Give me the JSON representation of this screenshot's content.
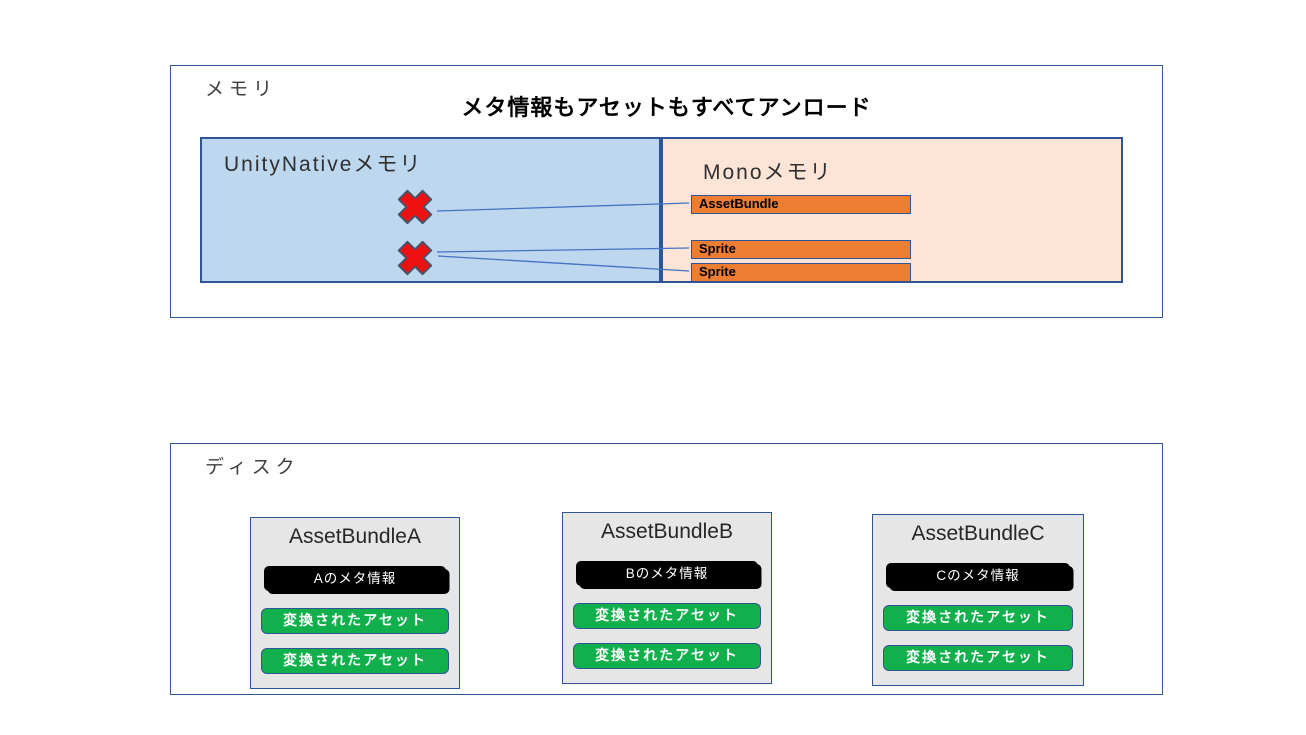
{
  "memory_section": {
    "label": "メモリ",
    "title": "メタ情報もアセットもすべてアンロード",
    "unity_native": {
      "label": "UnityNativeメモリ"
    },
    "mono": {
      "label": "Monoメモリ",
      "bars": [
        "AssetBundle",
        "Sprite",
        "Sprite"
      ]
    },
    "unload_marks": [
      "unload-x-assetbundle",
      "unload-x-sprites"
    ]
  },
  "disk_section": {
    "label": "ディスク",
    "bundles": [
      {
        "title": "AssetBundleA",
        "meta": "Aのメタ情報",
        "assets": [
          "変換されたアセット",
          "変換されたアセット"
        ]
      },
      {
        "title": "AssetBundleB",
        "meta": "Bのメタ情報",
        "assets": [
          "変換されたアセット",
          "変換されたアセット"
        ]
      },
      {
        "title": "AssetBundleC",
        "meta": "Cのメタ情報",
        "assets": [
          "変換されたアセット",
          "変換されたアセット"
        ]
      }
    ]
  },
  "colors": {
    "border_navy": "#2F5597",
    "light_blue_fill": "#BDD7EE",
    "peach_fill": "#FCE4D6",
    "orange_bar": "#ED7D31",
    "gray_card": "#E7E6E6",
    "green_bar": "#12B04C",
    "meta_bar_black": "#000000",
    "connector_line": "#4472C4",
    "x_mark_red": "#EE1111",
    "x_mark_outline": "#44546A"
  }
}
